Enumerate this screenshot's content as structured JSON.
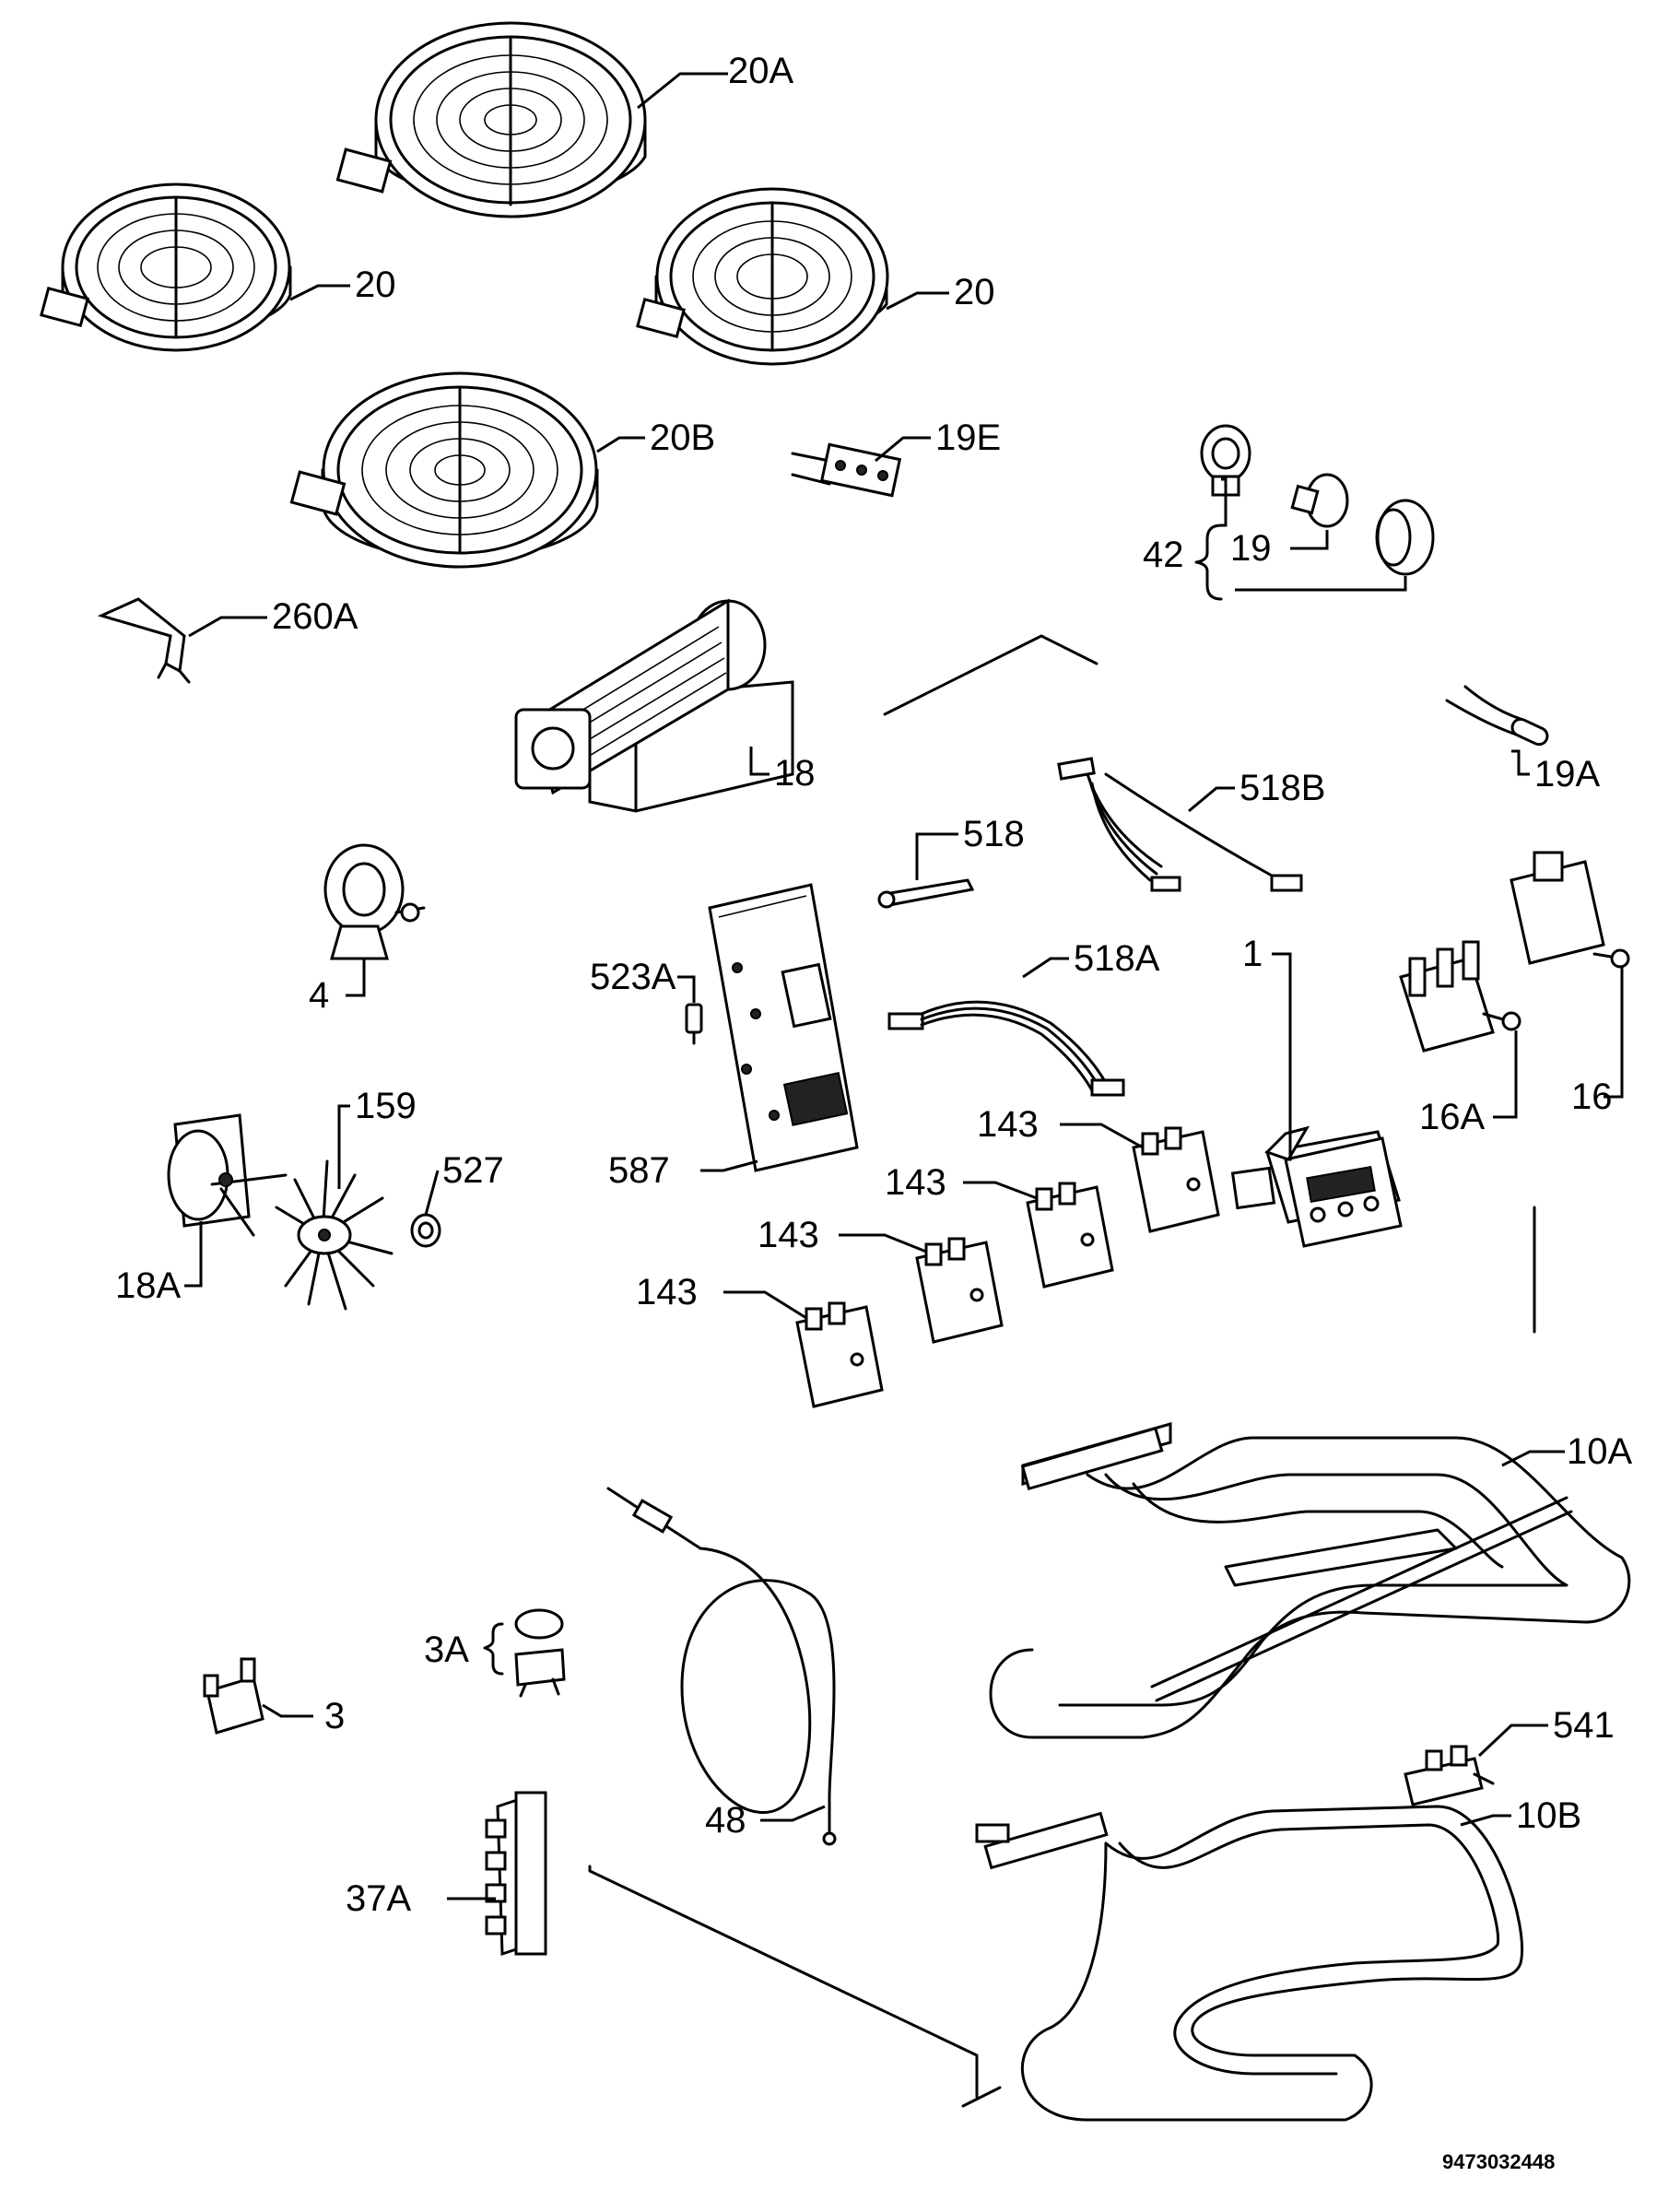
{
  "labels": {
    "l20a": "20A",
    "l20_left": "20",
    "l20_right": "20",
    "l20b": "20B",
    "l19e": "19E",
    "l42": "42",
    "l19": "19",
    "l260a": "260A",
    "l18": "18",
    "l19a": "19A",
    "l518": "518",
    "l518b": "518B",
    "l4": "4",
    "l523a": "523A",
    "l518a": "518A",
    "l1": "1",
    "l16": "16",
    "l587": "587",
    "l16a": "16A",
    "l159": "159",
    "l527": "527",
    "l18a": "18A",
    "l143_1": "143",
    "l143_2": "143",
    "l143_3": "143",
    "l143_4": "143",
    "l10a": "10A",
    "l3a": "3A",
    "l3": "3",
    "l541": "541",
    "l48": "48",
    "l10b": "10B",
    "l37a": "37A"
  },
  "drawing_code": "9473032448"
}
